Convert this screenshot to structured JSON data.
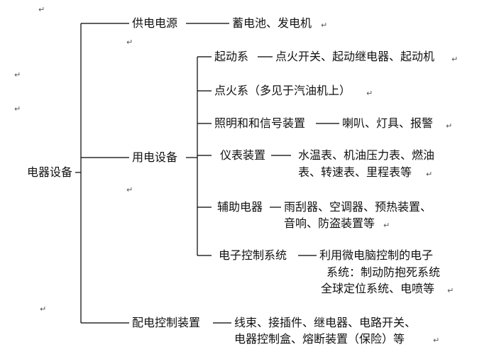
{
  "root": "电器设备",
  "branches": [
    {
      "label": "供电电源",
      "detail": "蓄电池、发电机"
    },
    {
      "label": "用电设备",
      "detail": ""
    },
    {
      "label": "配电控制装置",
      "detail_lines": [
        "线束、接插件、继电器、电路开关、",
        "电器控制盒、熔断装置（保险）等"
      ]
    }
  ],
  "sub_items": [
    {
      "label": "起动系",
      "detail_lines": [
        "点火开关、起动继电器、起动机"
      ]
    },
    {
      "label": "点火系（多见于汽油机上）",
      "detail_lines": []
    },
    {
      "label": "照明和和信号装置",
      "detail_lines": [
        "喇叭、灯具、报警"
      ]
    },
    {
      "label": "仪表装置",
      "detail_lines": [
        "水温表、机油压力表、燃油",
        "表、转速表、里程表等"
      ]
    },
    {
      "label": "辅助电器",
      "detail_lines": [
        "雨刮器、空调器、预热装置、",
        "音响、防盗装置等"
      ]
    },
    {
      "label": "电子控制系统",
      "detail_lines": [
        "利用微电脑控制的电子",
        "系统：制动防抱死系统",
        "全球定位系统、电喷等"
      ]
    }
  ],
  "paragraph_mark": "↵",
  "line_color": "#000000"
}
